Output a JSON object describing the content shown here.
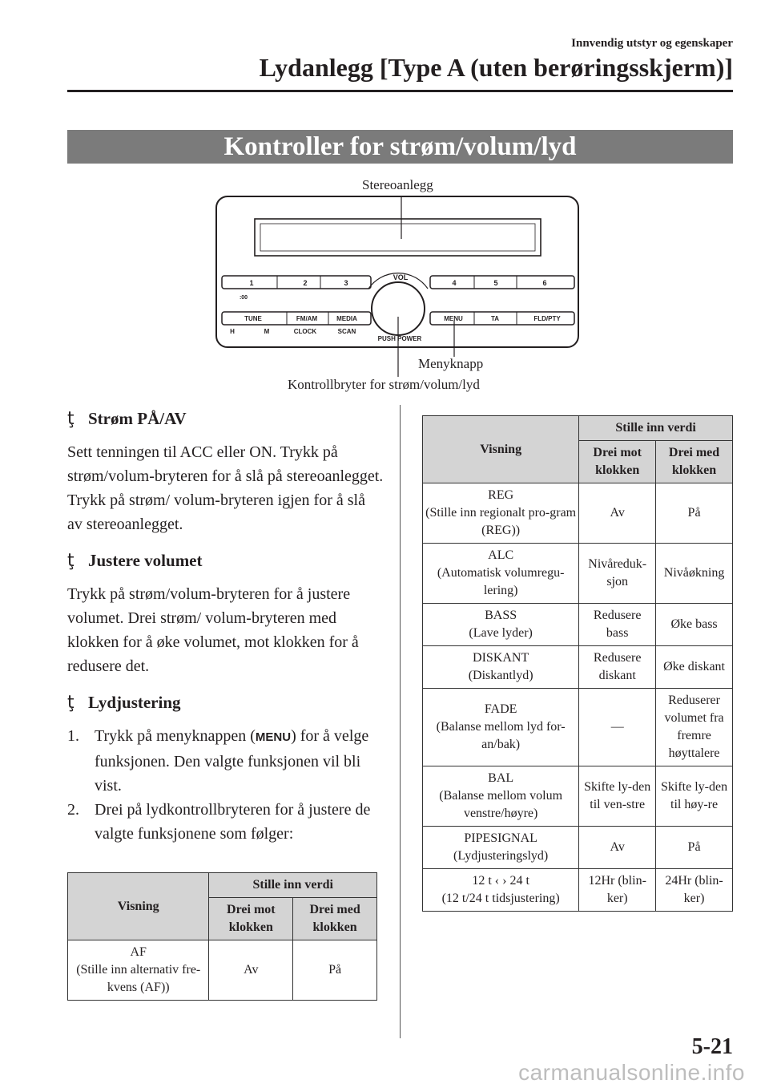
{
  "header": {
    "section": "Innvendig utstyr og egenskaper",
    "title": "Lydanlegg [Type A (uten berøringsskjerm)]"
  },
  "banner": "Kontroller for strøm/volum/lyd",
  "figure": {
    "label_top": "Stereoanlegg",
    "label_menu": "Menyknapp",
    "label_knob": "Kontrollbryter for strøm/volum/lyd",
    "unit": {
      "presets_left": [
        "1",
        "2",
        "3"
      ],
      "presets_right": [
        "4",
        "5",
        "6"
      ],
      "sub_00": ":00",
      "vol": "VOL",
      "push_power": "PUSH POWER",
      "row2_left": [
        "TUNE",
        "FM/AM",
        "MEDIA"
      ],
      "row2_right": [
        "MENU",
        "TA",
        "FLD/PTY"
      ],
      "row3_left": [
        "H",
        "M",
        "CLOCK",
        "SCAN"
      ]
    }
  },
  "sections": [
    {
      "title": "Strøm PÅ/AV",
      "text": "Sett tenningen til ACC eller ON. Trykk på strøm/volum-bryteren for å slå på stereoanlegget. Trykk på strøm/ volum-bryteren igjen for å slå av stereoanlegget."
    },
    {
      "title": "Justere volumet",
      "text": "Trykk på strøm/volum-bryteren for å justere volumet. Drei strøm/ volum-bryteren med klokken for å øke volumet, mot klokken for å redusere det."
    },
    {
      "title": "Lydjustering",
      "steps": [
        {
          "num": "1.",
          "pre": "Trykk på menyknappen (",
          "key": "MENU",
          "post": ") for å velge funksjonen. Den valgte funksjonen vil bli vist."
        },
        {
          "num": "2.",
          "pre": "Drei på lydkontrollbryteren for å justere de valgte funksjonene som følger:",
          "key": "",
          "post": ""
        }
      ]
    }
  ],
  "table_headers": {
    "visning": "Visning",
    "stille": "Stille inn verdi",
    "mot": "Drei mot klokken",
    "med": "Drei med klokken"
  },
  "table_left": [
    {
      "name": "AF",
      "desc": "(Stille inn alternativ fre-kvens (AF))",
      "mot": "Av",
      "med": "På"
    }
  ],
  "table_right": [
    {
      "name": "REG",
      "desc": "(Stille inn regionalt pro-gram (REG))",
      "mot": "Av",
      "med": "På"
    },
    {
      "name": "ALC",
      "desc": "(Automatisk volumregu-lering)",
      "mot": "Nivåreduk-sjon",
      "med": "Nivåøkning"
    },
    {
      "name": "BASS",
      "desc": "(Lave lyder)",
      "mot": "Redusere bass",
      "med": "Øke bass"
    },
    {
      "name": "DISKANT",
      "desc": "(Diskantlyd)",
      "mot": "Redusere diskant",
      "med": "Øke diskant"
    },
    {
      "name": "FADE",
      "desc": "(Balanse mellom lyd for-an/bak)",
      "mot": "—",
      "med": "Reduserer volumet fra fremre høyttalere"
    },
    {
      "name": "BAL",
      "desc": "(Balanse mellom volum venstre/høyre)",
      "mot": "Skifte ly-den til ven-stre",
      "med": "Skifte ly-den til høy-re"
    },
    {
      "name": "PIPESIGNAL",
      "desc": "(Lydjusteringslyd)",
      "mot": "Av",
      "med": "På"
    },
    {
      "name": "12 t ‹ › 24 t",
      "desc": "(12 t/24 t tidsjustering)",
      "mot": "12Hr (blin-ker)",
      "med": "24Hr (blin-ker)"
    }
  ],
  "page_number": "5-21",
  "watermark": "carmanualsonline.info"
}
